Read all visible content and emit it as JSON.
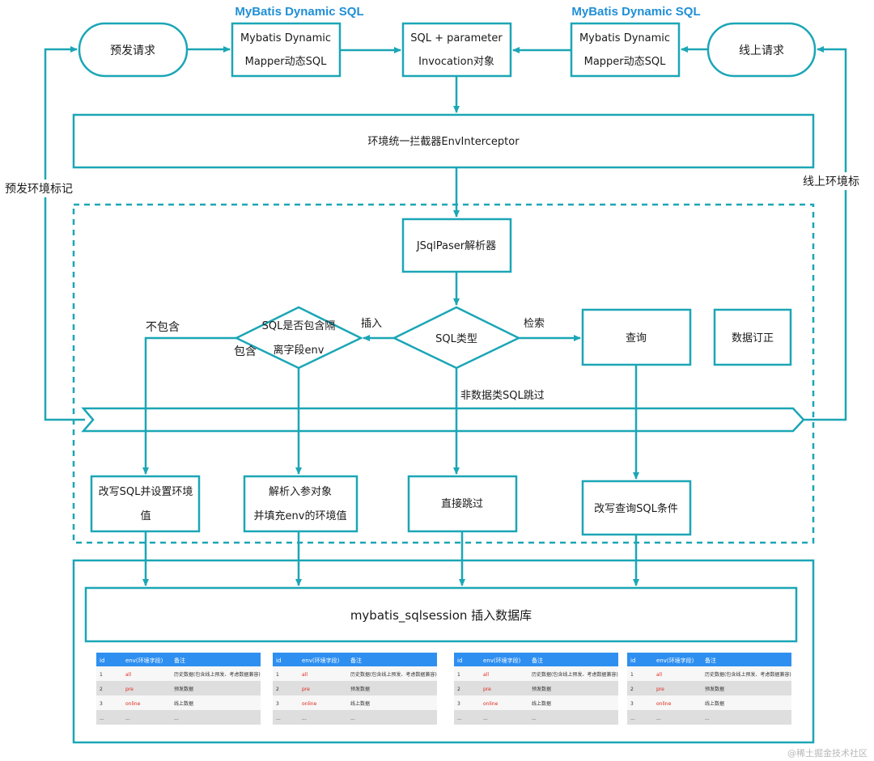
{
  "headers": {
    "left": "MyBatis Dynamic SQL",
    "right": "MyBatis Dynamic SQL"
  },
  "nodes": {
    "pre_request": "预发请求",
    "online_request": "线上请求",
    "mapper_left_l1": "Mybatis Dynamic",
    "mapper_left_l2": "Mapper动态SQL",
    "mapper_right_l1": "Mybatis Dynamic",
    "mapper_right_l2": "Mapper动态SQL",
    "invocation_l1": "SQL + parameter",
    "invocation_l2": "Invocation对象",
    "interceptor": "环境统一拦截器EnvInterceptor",
    "parser": "JSqlPaser解析器",
    "isolation_l1": "SQL是否包含隔",
    "isolation_l2": "离字段env",
    "sql_type": "SQL类型",
    "query": "查询",
    "data_fix": "数据订正",
    "rewrite_l1": "改写SQL并设置环境",
    "rewrite_l2": "值",
    "parse_l1": "解析入参对象",
    "parse_l2": "并填充env的环境值",
    "skip": "直接跳过",
    "rewrite_query": "改写查询SQL条件",
    "db_insert": "mybatis_sqlsession 插入数据库"
  },
  "edge_labels": {
    "pre_mark": "预发环境标记",
    "online_mark": "线上环境标",
    "not_contain": "不包含",
    "contain": "包含",
    "insert": "插入",
    "retrieve": "检索",
    "non_data_skip": "非数据类SQL跳过"
  },
  "table": {
    "headers": [
      "id",
      "env(环境字段)",
      "备注"
    ],
    "rows": [
      [
        "1",
        "all",
        "历史数据(包含线上预发、考虑数据兼容)"
      ],
      [
        "2",
        "pre",
        "预发数据"
      ],
      [
        "3",
        "online",
        "线上数据"
      ],
      [
        "...",
        "...",
        "..."
      ]
    ]
  },
  "watermark": "@稀土掘金技术社区",
  "colors": {
    "teal": "#1ba6b6",
    "header_blue": "#1f8fd6",
    "table_header": "#2e8ff0",
    "env_red": "#e0261b"
  }
}
